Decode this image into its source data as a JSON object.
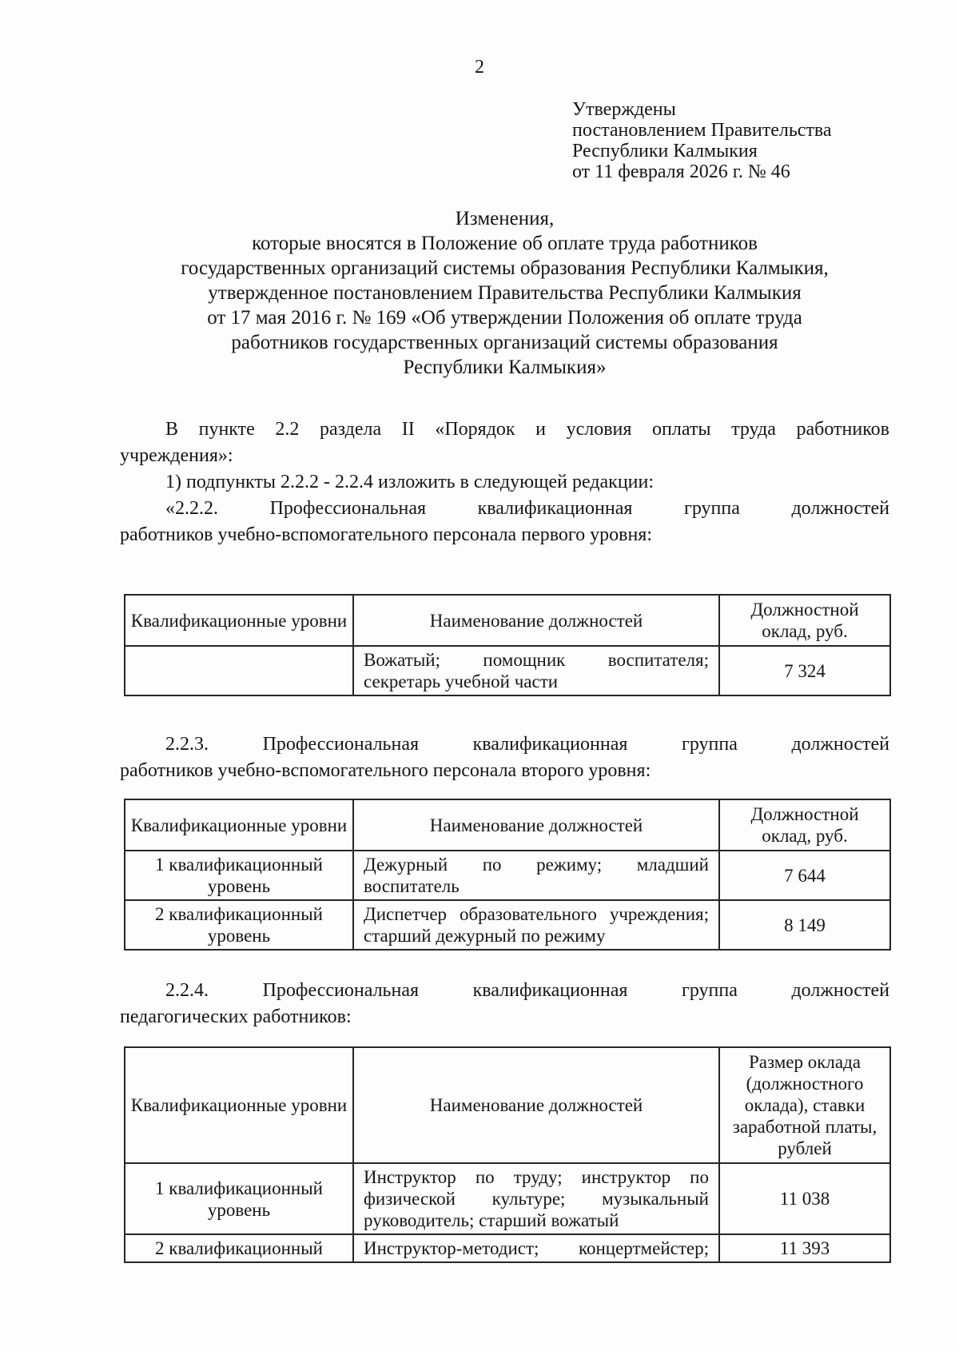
{
  "colors": {
    "ink": "#161616",
    "paper": "#fdfdfd"
  },
  "page": {
    "number": "2"
  },
  "approval": {
    "lines": [
      "Утверждены",
      "постановлением Правительства",
      "Республики Калмыкия",
      "от 11 февраля 2026 г. № 46"
    ]
  },
  "title": {
    "lines": [
      "Изменения,",
      "которые вносятся в Положение об оплате труда работников",
      "государственных организаций системы образования Республики Калмыкия,",
      "утвержденное постановлением Правительства Республики Калмыкия",
      "от 17 мая 2016 г. № 169 «Об утверждении Положения об оплате труда",
      "работников государственных организаций системы образования",
      "Республики Калмыкия»"
    ]
  },
  "body": {
    "p1": {
      "lines": [
        "В пункте 2.2 раздела II «Порядок и условия оплаты труда работников",
        "учреждения»:"
      ]
    },
    "p2": {
      "lines": [
        "1) подпункты 2.2.2 - 2.2.4 изложить в следующей редакции:"
      ]
    },
    "p3": {
      "lines": [
        "«2.2.2. Профессиональная квалификационная группа должностей",
        "работников учебно-вспомогательного персонала первого уровня:"
      ]
    },
    "h223": {
      "lines": [
        "2.2.3. Профессиональная квалификационная группа должностей",
        "работников учебно-вспомогательного персонала второго уровня:"
      ]
    },
    "h224": {
      "lines": [
        "2.2.4. Профессиональная квалификационная группа должностей",
        "педагогических работников:"
      ]
    }
  },
  "tables": {
    "t1": {
      "headers": [
        "Квалификационные уровни",
        "Наименование должностей",
        "Должностной оклад, руб."
      ],
      "rows": [
        {
          "level": "",
          "position_lines": [
            "Вожатый; помощник воспитателя;",
            "секретарь учебной части"
          ],
          "salary": "7 324"
        }
      ]
    },
    "t2": {
      "headers": [
        "Квалификационные уровни",
        "Наименование должностей",
        "Должностной оклад, руб."
      ],
      "rows": [
        {
          "level": "1 квалификационный уровень",
          "position_lines": [
            "Дежурный по режиму; младший",
            "воспитатель"
          ],
          "salary": "7 644"
        },
        {
          "level": "2 квалификационный уровень",
          "position_lines": [
            "Диспетчер образовательного учреждения;",
            "старший дежурный по режиму"
          ],
          "salary": "8 149"
        }
      ]
    },
    "t3": {
      "headers": [
        "Квалификационные уровни",
        "Наименование должностей",
        "Размер оклада (должностного оклада), ставки заработной платы, рублей"
      ],
      "rows": [
        {
          "level": "1 квалификационный уровень",
          "position_lines": [
            "Инструктор по труду; инструктор по",
            "физической культуре; музыкальный",
            "руководитель; старший вожатый"
          ],
          "salary": "11 038"
        },
        {
          "level": "2 квалификационный",
          "position_lines": [
            "Инструктор-методист; концертмейстер;"
          ],
          "salary": "11 393"
        }
      ]
    }
  }
}
